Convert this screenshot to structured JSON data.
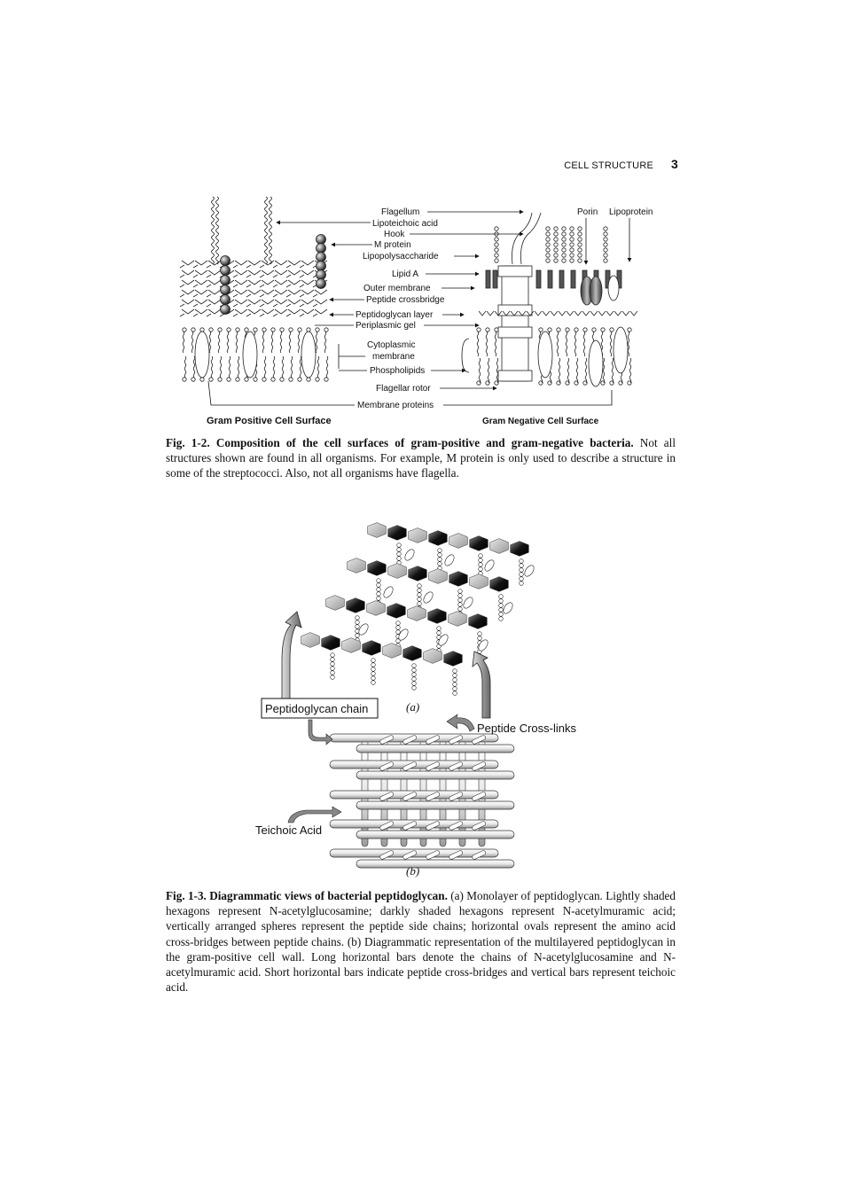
{
  "header": {
    "section": "CELL STRUCTURE",
    "page_number": "3"
  },
  "figure_1_2": {
    "labels": {
      "flagellum": "Flagellum",
      "lipoteichoic": "Lipoteichoic acid",
      "hook": "Hook",
      "m_protein": "M protein",
      "lps": "Lipopolysaccharide",
      "lipid_a": "Lipid A",
      "outer_membrane": "Outer membrane",
      "crossbridge": "Peptide crossbridge",
      "pg_layer": "Peptidoglycan layer",
      "periplasmic": "Periplasmic gel",
      "cyto1": "Cytoplasmic",
      "cyto2": "membrane",
      "phospholipids": "Phospholipids",
      "rotor": "Flagellar rotor",
      "membrane_proteins": "Membrane proteins",
      "porin": "Porin",
      "lipoprotein": "Lipoprotein",
      "gram_pos": "Gram Positive Cell Surface",
      "gram_neg": "Gram Negative Cell Surface"
    },
    "caption_title": "Fig. 1-2.  Composition of the cell surfaces of gram-positive and gram-negative bacteria.",
    "caption_text": " Not all structures shown are found in all organisms. For example, M protein is only used to describe a structure in some of the streptococci. Also, not all organisms have flagella."
  },
  "figure_1_3": {
    "labels": {
      "pg_chain": "Peptidoglycan chain",
      "panel_a": "(a)",
      "cross_links": "Peptide Cross-links",
      "teichoic": "Teichoic Acid",
      "panel_b": "(b)"
    },
    "caption_title": "Fig. 1-3.  Diagrammatic views of bacterial peptidoglycan.",
    "caption_text": " (a) Monolayer of peptidoglycan. Lightly shaded hexagons represent N-acetylglucosamine; darkly shaded hexagons represent N-acetylmuramic acid; vertically arranged spheres represent the peptide side chains; horizontal ovals represent the amino acid cross-bridges between peptide chains. (b) Diagrammatic representation of the multilayered peptidoglycan in the gram-positive cell wall. Long horizontal bars denote the chains of N-acetylglucosamine and N-acetylmuramic acid. Short horizontal bars indicate peptide cross-bridges and vertical bars represent teichoic acid."
  }
}
